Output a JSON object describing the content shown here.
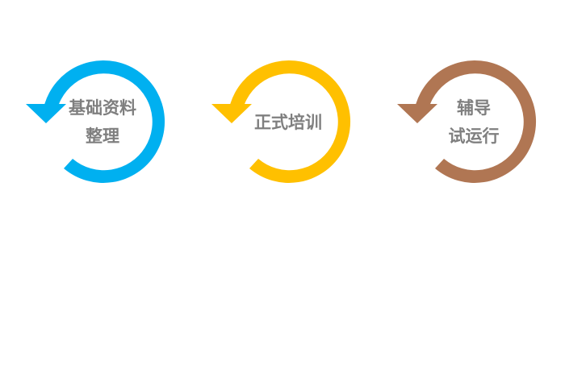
{
  "steps": [
    {
      "color": "#00b0f0",
      "lines": [
        "基础资料",
        "整理"
      ]
    },
    {
      "color": "#ffc000",
      "lines": [
        "正式培训"
      ]
    },
    {
      "color": "#b07653",
      "lines": [
        "辅导",
        "试运行"
      ]
    }
  ]
}
